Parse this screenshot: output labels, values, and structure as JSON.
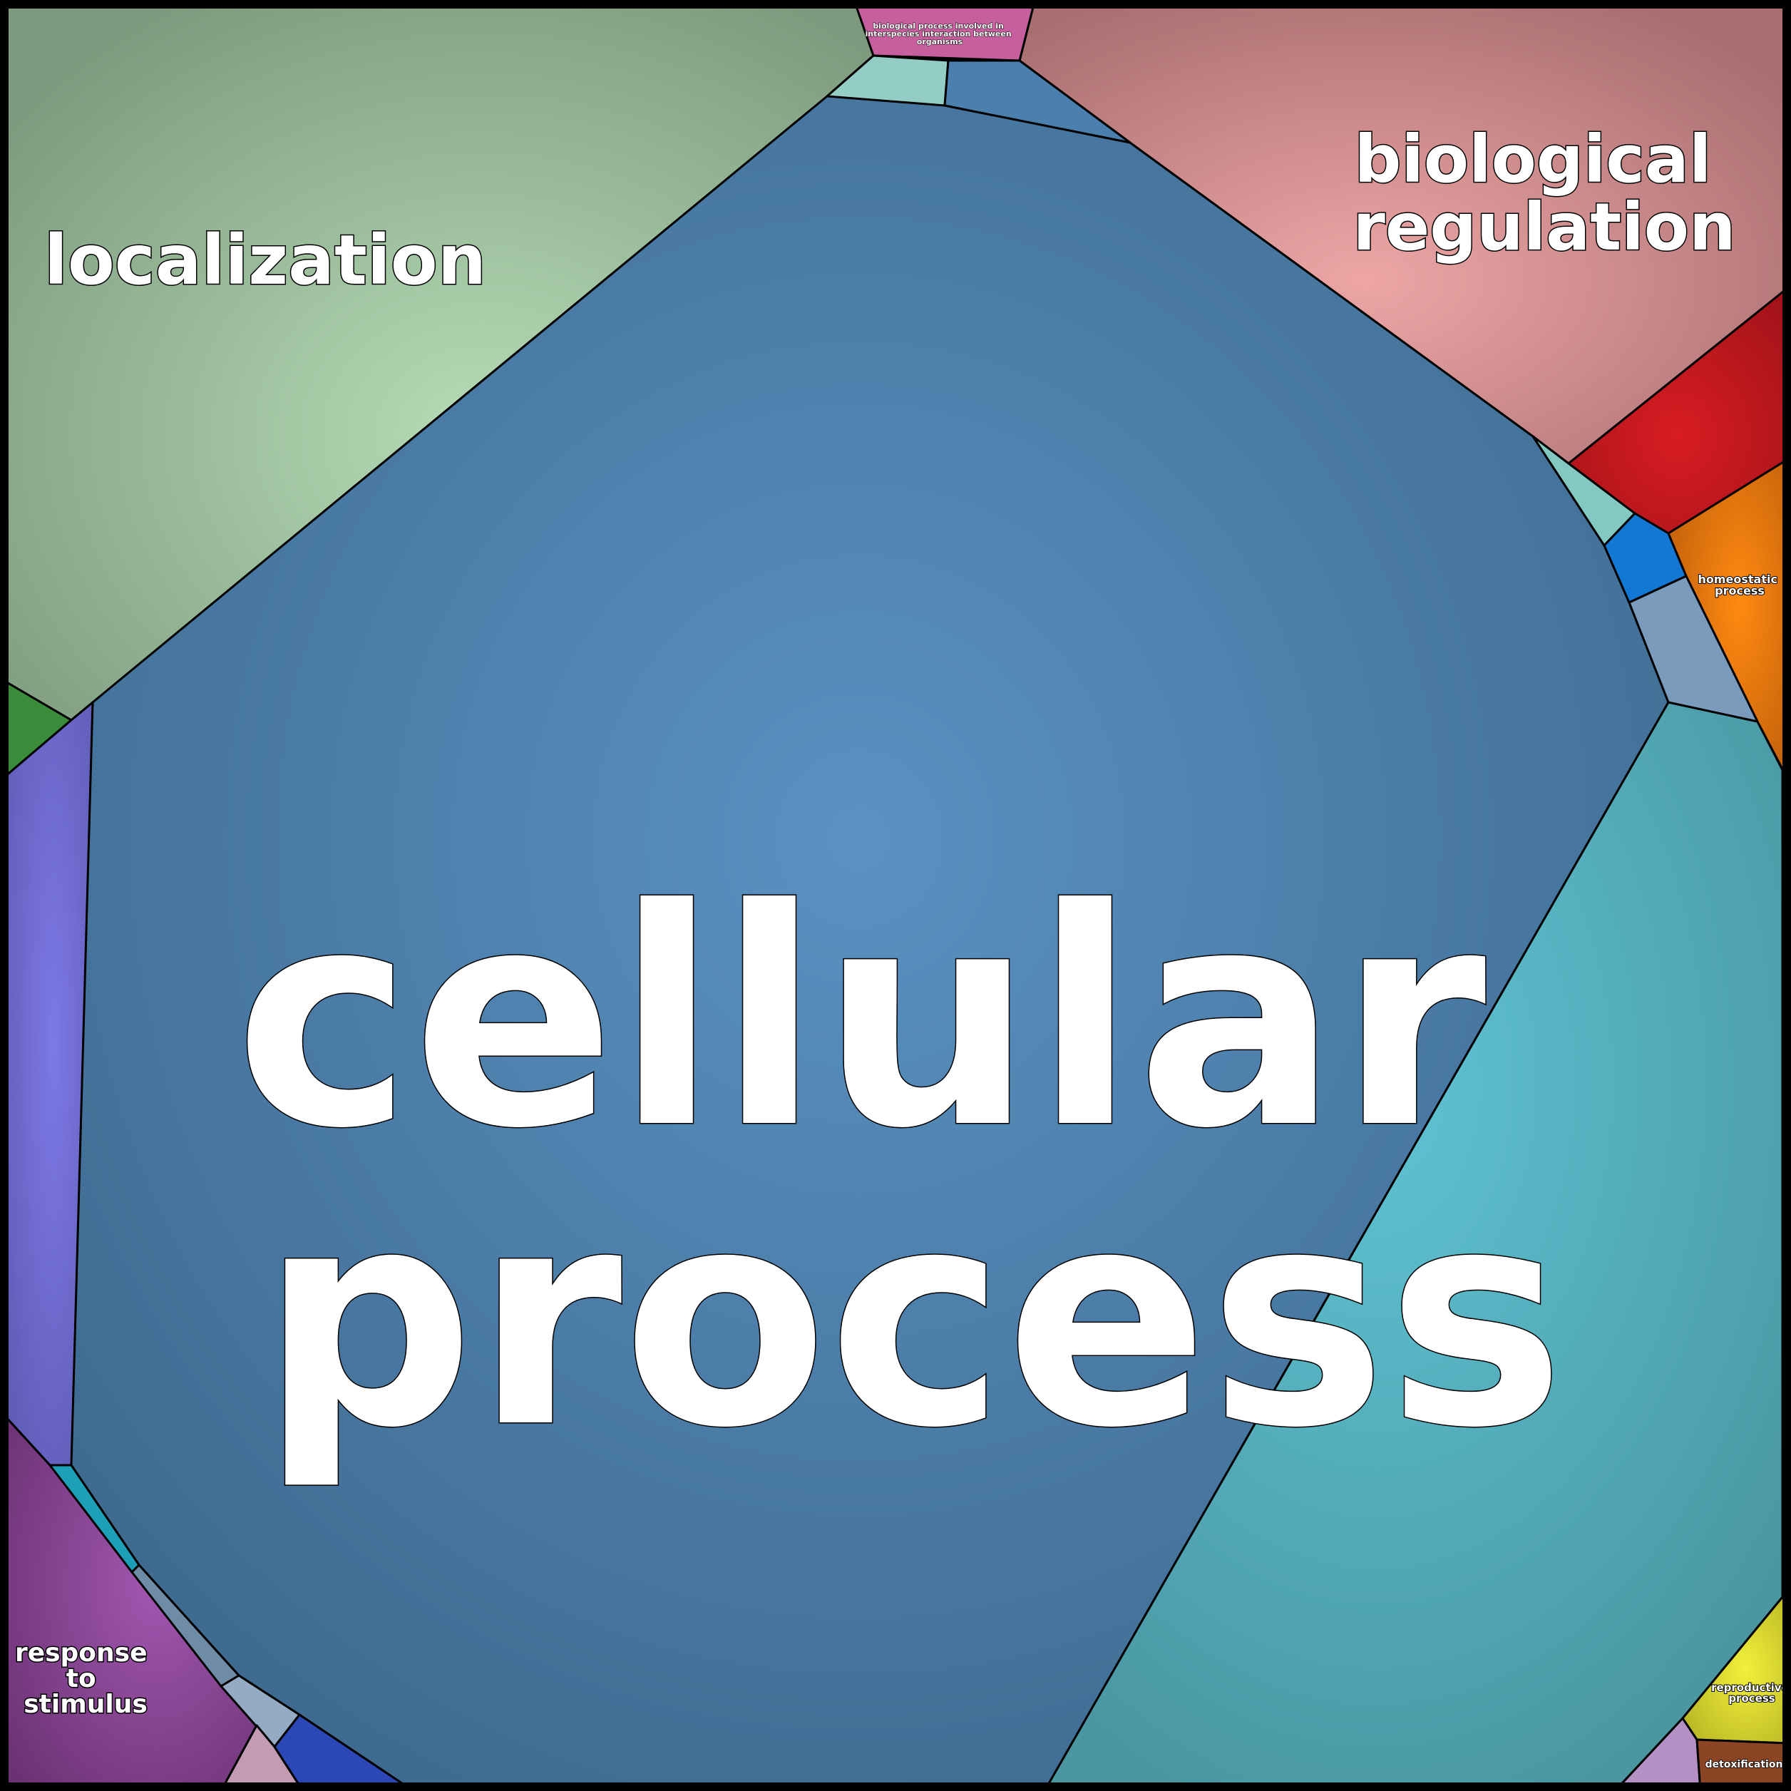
{
  "cells": {
    "cellular_process": {
      "label": [
        "cellular",
        "process"
      ],
      "color": "#4f86b1"
    },
    "localization": {
      "label": [
        "localization"
      ],
      "color": "#9fc49f"
    },
    "biological_regulation": {
      "label": [
        "biological",
        "regulation"
      ],
      "color": "#d78e90"
    },
    "interspecies": {
      "label": [
        "biological process involved in",
        "interspecies interaction between",
        "organisms"
      ],
      "color": "#c75f9f"
    },
    "homeostatic_process": {
      "label": [
        "homeostatic",
        "process"
      ],
      "color": "#ea7b10"
    },
    "response_to_stimulus": {
      "label": [
        "response",
        "to",
        "stimulus"
      ],
      "color": "#884190"
    },
    "reproductive_process": {
      "label": [
        "reproductive",
        "process"
      ],
      "color": "#d9d730"
    },
    "detoxification": {
      "label": [
        "detoxification"
      ],
      "color": "#8b4424"
    },
    "large_teal": {
      "color": "#55adbb"
    },
    "left_purple": {
      "color": "#6d6ad2"
    },
    "red_right": {
      "color": "#c01a1e"
    },
    "green_left": {
      "color": "#3a8c3a"
    },
    "top_teal_small": {
      "color": "#94cdc5"
    },
    "top_blue_small": {
      "color": "#4a7fae"
    },
    "right_teal_small": {
      "color": "#84c9c1"
    },
    "right_blue_small": {
      "color": "#1278d4"
    },
    "right_grey_small": {
      "color": "#7b9bbd"
    },
    "left_cyan_small": {
      "color": "#1e9fb8"
    },
    "left_steel_small": {
      "color": "#6f8ca7"
    },
    "left_grey_small": {
      "color": "#95abc3"
    },
    "bottom_pink_small": {
      "color": "#c39bb3"
    },
    "bottom_blue_small": {
      "color": "#2c48b6"
    },
    "bottom_right_lilac": {
      "color": "#b590c4"
    }
  }
}
